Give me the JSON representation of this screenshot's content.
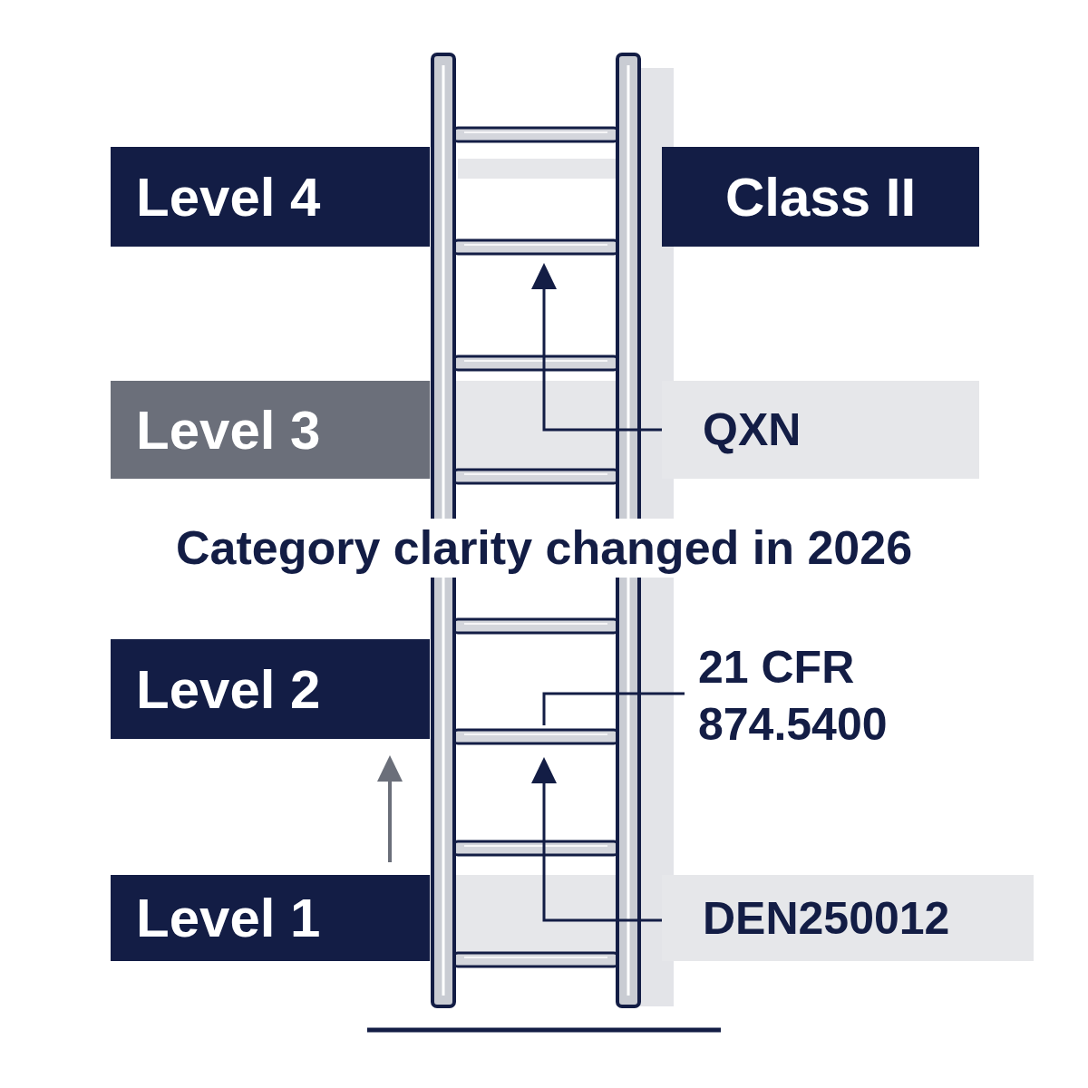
{
  "diagram": {
    "nodes": [
      {
        "text": [
          "Level 4"
        ]
      },
      {
        "text": [
          "Class II"
        ]
      },
      {
        "text": [
          "Level 3"
        ]
      },
      {
        "text": [
          "QXN"
        ]
      },
      {
        "text": [
          "Level 2"
        ]
      },
      {
        "text": [
          "Level 1"
        ]
      },
      {
        "text": [
          "DEN250012"
        ]
      }
    ],
    "edges": [
      {
        "from": 5,
        "to": 4,
        "arrow": "to"
      },
      {
        "from": 3,
        "to": 1,
        "arrow": "to"
      }
    ],
    "labels": [
      "Category clarity changed in 2026",
      "21 CFR 874.5400"
    ]
  }
}
